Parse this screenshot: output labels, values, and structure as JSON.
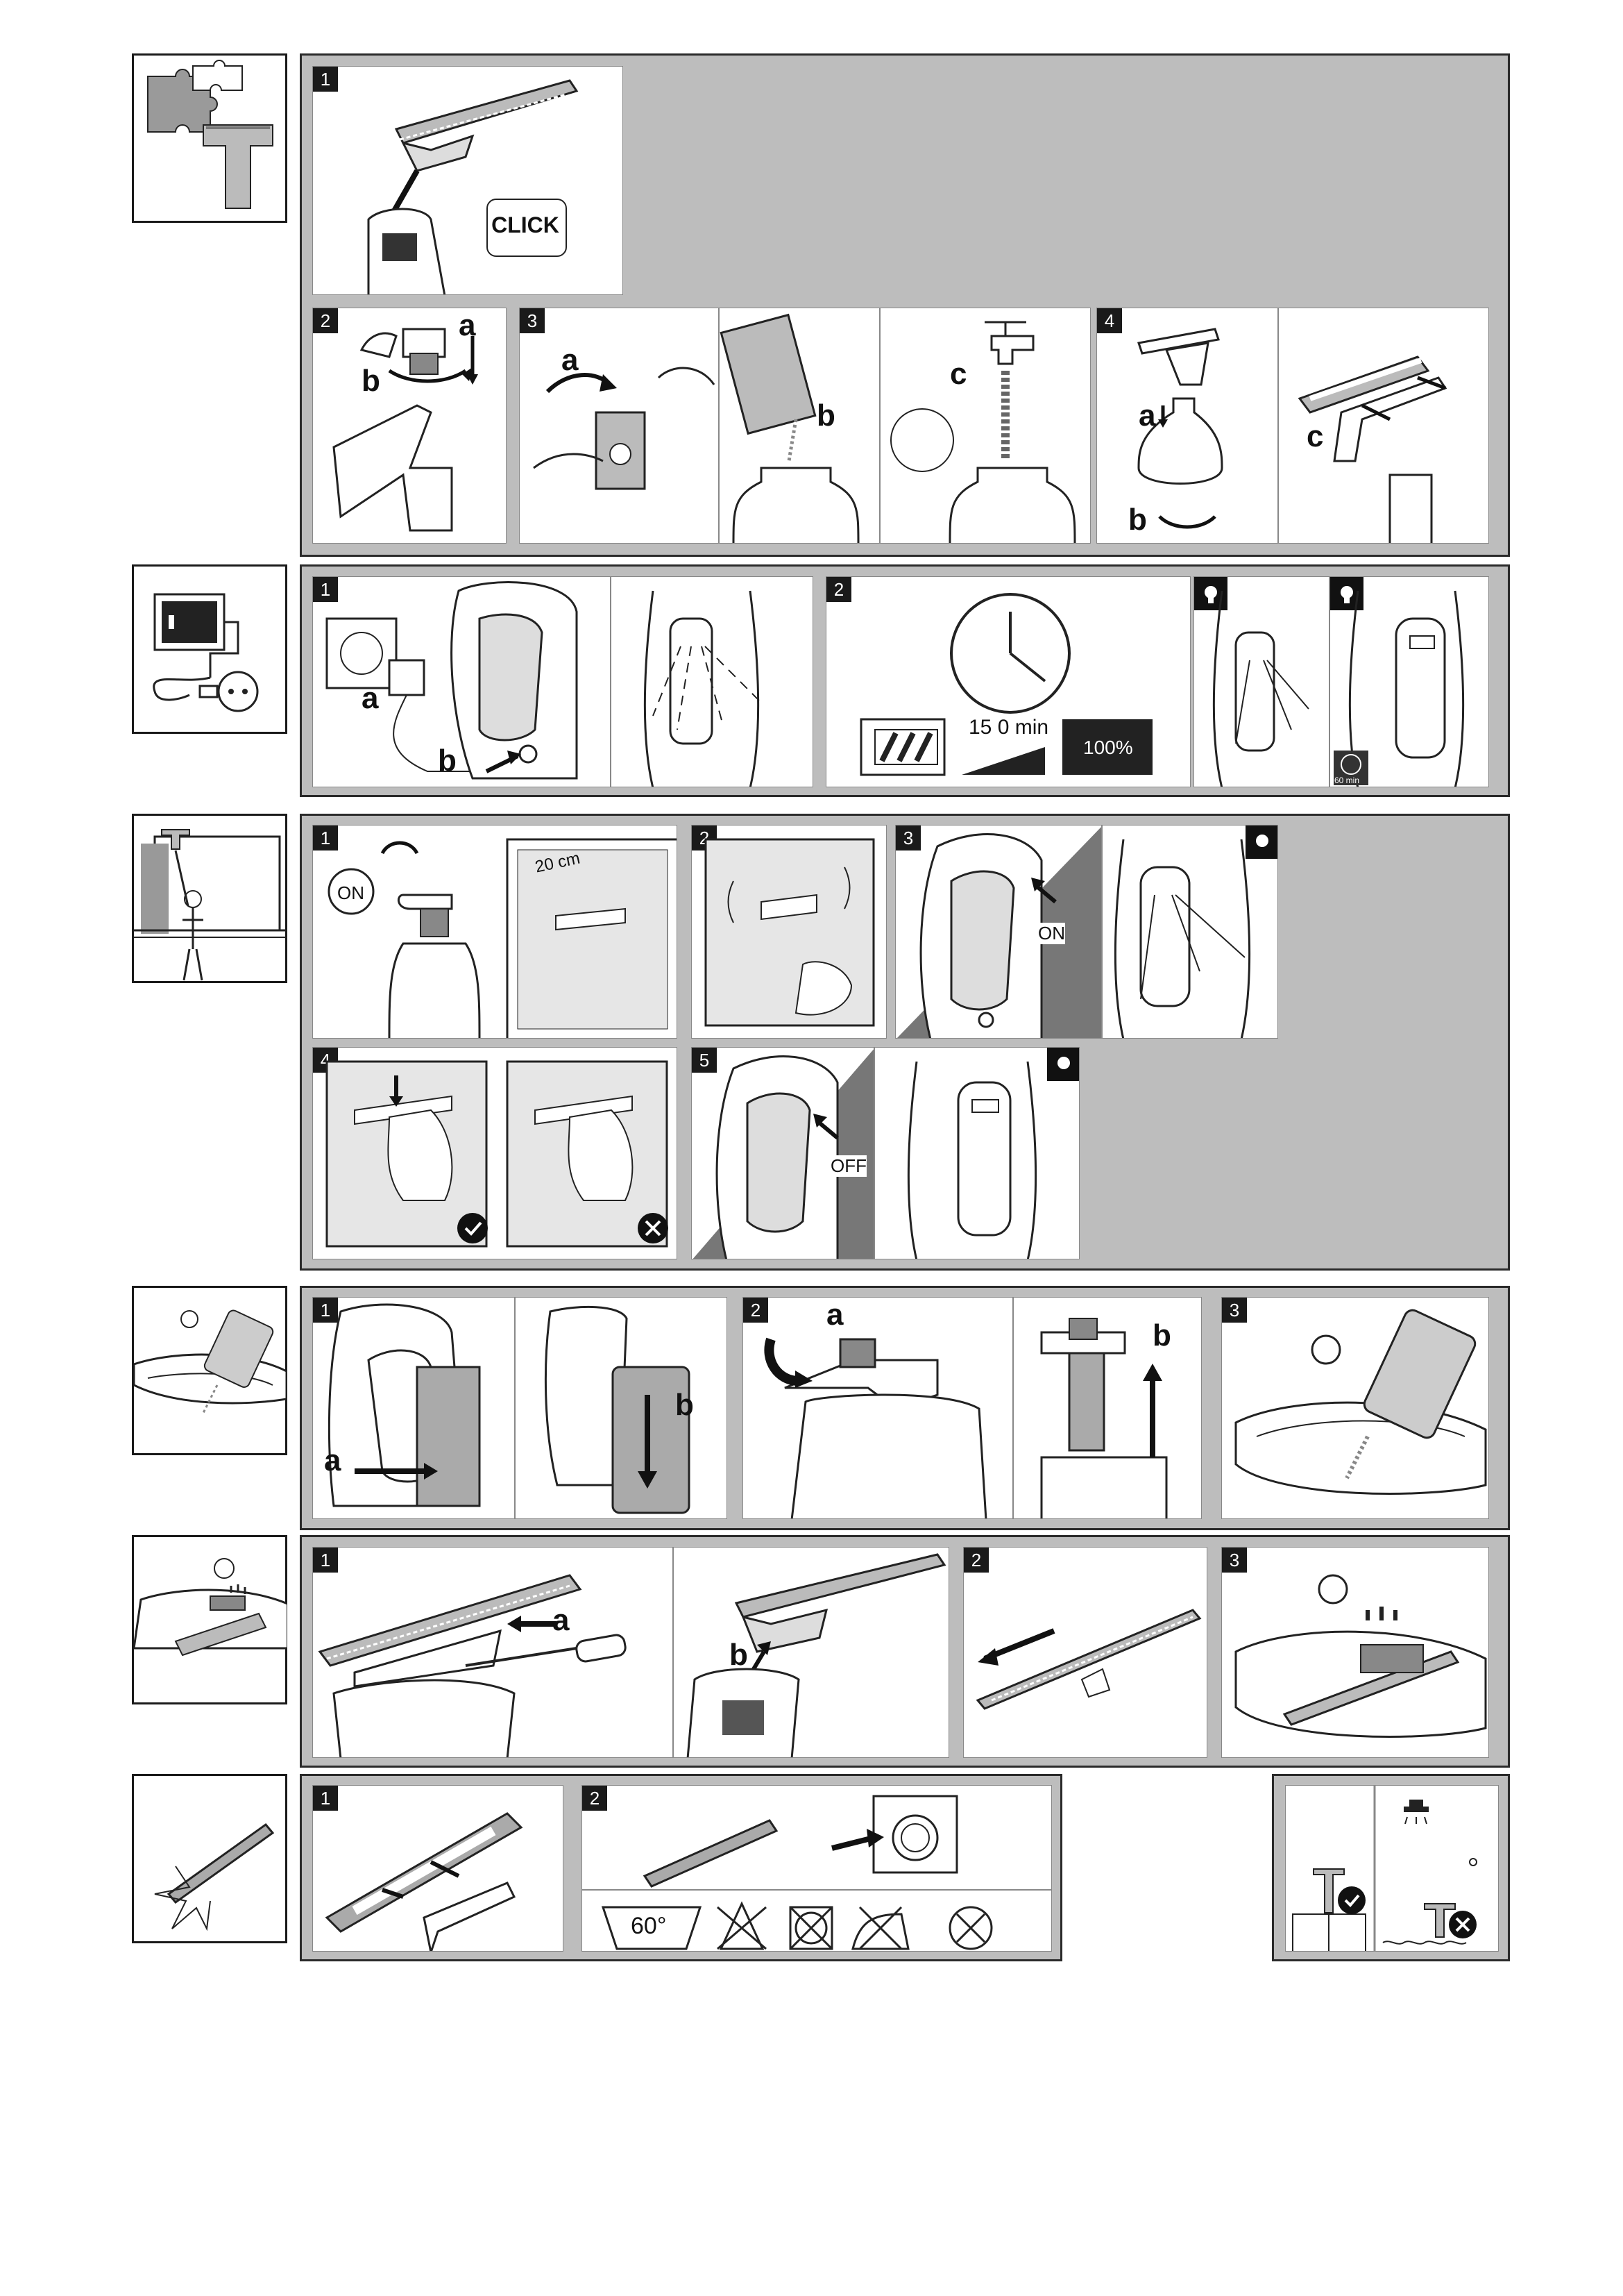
{
  "page": {
    "section1": {
      "p1": {
        "num": "1",
        "callout": "CLICK"
      },
      "p2": {
        "num": "2",
        "a": "a",
        "b": "b"
      },
      "p3": {
        "num": "3",
        "a": "a",
        "b": "b",
        "c": "c"
      },
      "p4": {
        "num": "4",
        "a": "a",
        "b": "b",
        "c": "c"
      }
    },
    "section2": {
      "p1": {
        "num": "1",
        "a": "a",
        "b": "b"
      },
      "p2": {
        "num": "2",
        "time": "15 0 min",
        "full": "100%"
      },
      "p4": {
        "small": "60 min"
      }
    },
    "section3": {
      "p1": {
        "num": "1",
        "on": "ON",
        "dist": "20 cm"
      },
      "p2": {
        "num": "2"
      },
      "p3": {
        "num": "3",
        "on": "ON"
      },
      "p4": {
        "num": "4"
      },
      "p5": {
        "num": "5",
        "off": "OFF"
      }
    },
    "section4": {
      "p1": {
        "num": "1",
        "a": "a",
        "b": "b"
      },
      "p2": {
        "num": "2",
        "a": "a",
        "b": "b"
      },
      "p3": {
        "num": "3"
      }
    },
    "section5": {
      "p1": {
        "num": "1",
        "a": "a",
        "b": "b"
      },
      "p2": {
        "num": "2"
      },
      "p3": {
        "num": "3"
      }
    },
    "section6": {
      "p1": {
        "num": "1"
      },
      "p2": {
        "num": "2",
        "wash": "60°"
      }
    }
  },
  "icons": {
    "section_icons": [
      "puzzle-assembly-icon",
      "battery-charging-icon",
      "window-cleaning-icon",
      "tank-emptying-icon",
      "cleaning-blade-icon",
      "cloth-replacement-icon"
    ],
    "status": [
      "lamp-on-icon",
      "lamp-off-icon",
      "checkmark-icon",
      "cross-icon",
      "laundry-symbols"
    ]
  }
}
